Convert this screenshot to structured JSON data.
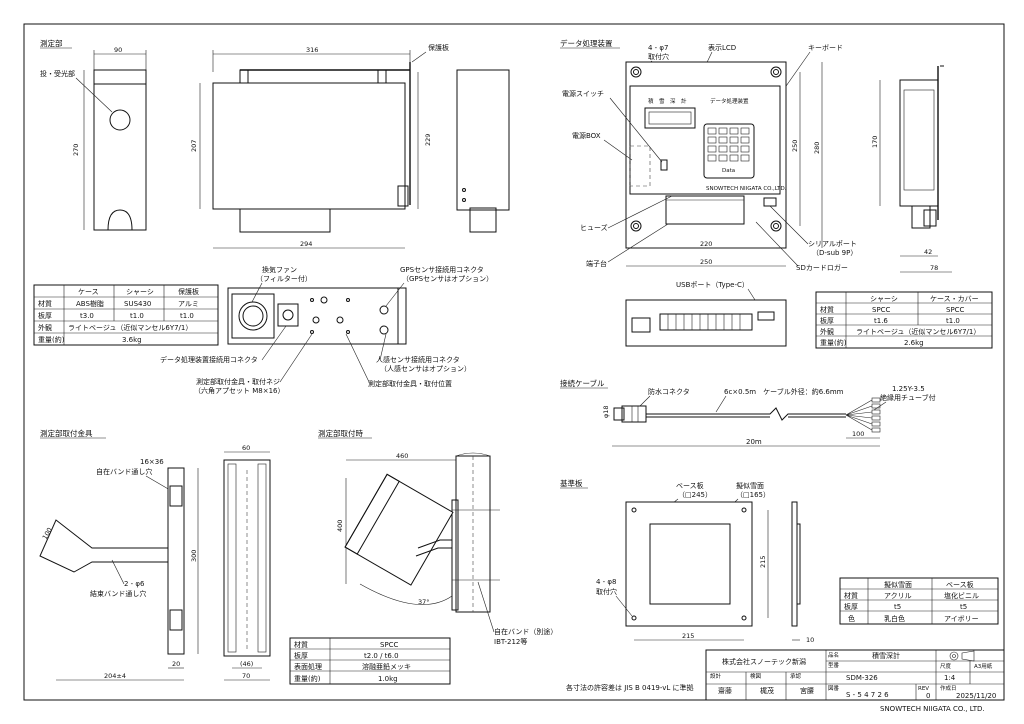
{
  "sections": {
    "sensor_unit": "測定部",
    "data_unit": "データ処理装置",
    "mount_bracket": "測定部取付金具",
    "mount_example": "測定部取付時",
    "cable": "接続ケーブル",
    "base_plate": "基準板"
  },
  "sensor_labels": {
    "transmitter": "投・受光部",
    "cover": "保護板",
    "fan": "換気ファン",
    "fan_sub": "（フィルター付）",
    "gps": "GPSセンサ接続用コネクタ",
    "gps_sub": "（GPSセンサはオプション）",
    "data_conn": "データ処理装置接続用コネクタ",
    "mount_fixture": "測定部取付金具・取付ネジ",
    "mount_fixture_sub": "（六角アプセット M8×16）",
    "motion": "人感センサ接続用コネクタ",
    "motion_sub": "（人感センサはオプション）",
    "mount_pos": "測定部取付金具・取付位置"
  },
  "sensor_dims": {
    "w90": "90",
    "w316": "316",
    "h270": "270",
    "h207": "207",
    "h229": "229",
    "w294": "294"
  },
  "sensor_table": {
    "header": [
      "",
      "ケース",
      "シャーシ",
      "保護板"
    ],
    "rows": [
      [
        "材質",
        "ABS樹脂",
        "SUS430",
        "アルミ"
      ],
      [
        "板厚",
        "t3.0",
        "t1.0",
        "t1.0"
      ],
      [
        "外観",
        "ライトベージュ（近似マンセル6Y7/1）"
      ],
      [
        "重量(約)",
        "3.6kg"
      ]
    ]
  },
  "data_labels": {
    "hole": "4 - φ7",
    "hole_sub": "取付穴",
    "lcd": "表示LCD",
    "keyboard": "キーボード",
    "power_sw": "電源スイッチ",
    "power_box": "電源BOX",
    "fuse": "ヒューズ",
    "terminal": "端子台",
    "serial": "シリアルポート",
    "serial_sub": "（D-sub 9P）",
    "sdcard": "SDカードロガー",
    "usb": "USBポート（Type-C）",
    "panel_title1": "積　雪　深　計",
    "panel_title2": "データ処理装置",
    "panel_brand": "SNOWTECH NIIGATA CO.,LTD.",
    "keypad_label": "Data"
  },
  "data_dims": {
    "w220": "220",
    "w250": "250",
    "h250": "250",
    "h280": "280",
    "h170": "170",
    "w42": "42",
    "w78": "78"
  },
  "data_table": {
    "header": [
      "",
      "シャーシ",
      "ケース・カバー"
    ],
    "rows": [
      [
        "材質",
        "SPCC",
        "SPCC"
      ],
      [
        "板厚",
        "t1.6",
        "t1.0"
      ],
      [
        "外観",
        "ライトベージュ（近似マンセル6Y7/1）"
      ],
      [
        "重量(約)",
        "2.6kg"
      ]
    ]
  },
  "cable": {
    "connector": "防水コネクタ",
    "spec": "6c×0.5m　ケーブル外径：約6.6mm",
    "lug": "1.25Y-3.5",
    "lug_sub": "絶縁用チューブ付",
    "length": "20m",
    "tail": "100",
    "dia": "φ18"
  },
  "bracket": {
    "band_hole": "16×36",
    "band_hole_sub": "自在バンド通し穴",
    "tie_hole": "2 - φ6",
    "tie_hole_sub": "結束バンド通し穴",
    "d100": "100",
    "d60": "60",
    "d300": "300",
    "d20": "20",
    "d204": "204±4",
    "d46": "(46)",
    "d70": "70"
  },
  "mount_example": {
    "d460": "460",
    "d400": "400",
    "angle": "37°",
    "band": "自在バンド（別途）",
    "band_sub": "IBT-212等"
  },
  "bracket_table": {
    "rows": [
      [
        "材質",
        "SPCC"
      ],
      [
        "板厚",
        "t2.0 / t6.0"
      ],
      [
        "表面処理",
        "溶融亜鉛メッキ"
      ],
      [
        "重量(約)",
        "1.0kg"
      ]
    ]
  },
  "base": {
    "plate": "ベース板",
    "plate_sub": "（□245）",
    "snow": "擬似雪面",
    "snow_sub": "（□165）",
    "hole": "4 - φ8",
    "hole_sub": "取付穴",
    "d215a": "215",
    "d215b": "215",
    "d10": "10"
  },
  "base_table": {
    "header": [
      "",
      "擬似雪面",
      "ベース板"
    ],
    "rows": [
      [
        "材質",
        "アクリル",
        "塩化ビニル"
      ],
      [
        "板厚",
        "t5",
        "t5"
      ],
      [
        "色",
        "乳白色",
        "アイボリー"
      ]
    ]
  },
  "title_block": {
    "company": "株式会社スノーテック新潟",
    "name_label": "品名",
    "name": "積雪深計",
    "model_label": "型番",
    "model": "SDM-326",
    "drawing_label": "図番",
    "drawing_no": "S - 5 4 7 2 6",
    "rev_label": "REV",
    "rev": "0",
    "scale_label": "尺度",
    "scale": "1:4",
    "size_label": "A3用紙",
    "date_label": "作成日",
    "date": "2025/11/20",
    "design_label": "設計",
    "check_label": "検図",
    "approve_label": "承認",
    "designer": "齋藤",
    "checker": "梶茂",
    "approver": "宮腰",
    "tolerance": "各寸法の許容差は JIS B 0419-vL に準拠",
    "footer": "SNOWTECH NIIGATA CO., LTD."
  }
}
